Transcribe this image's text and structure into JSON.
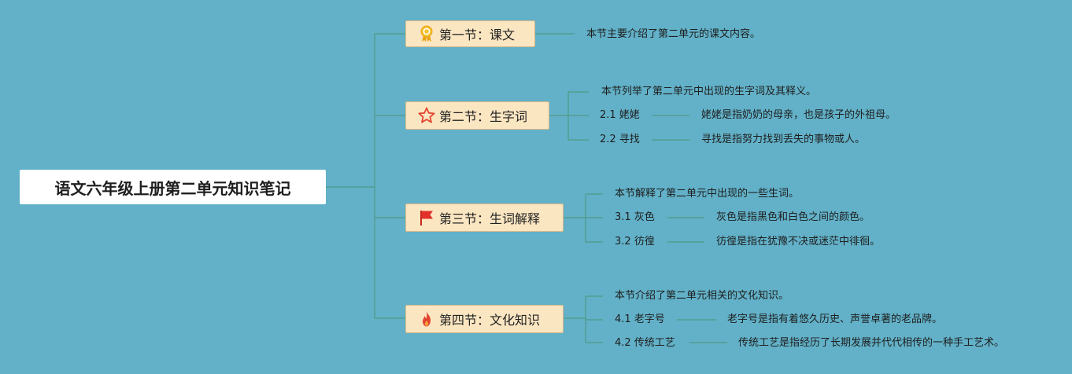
{
  "root": {
    "title": "语文六年级上册第二单元知识笔记"
  },
  "sections": [
    {
      "label": "第一节：课文",
      "icon": "award-ribbon-icon",
      "summary": "本节主要介绍了第二单元的课文内容。",
      "items": []
    },
    {
      "label": "第二节：生字词",
      "icon": "star-outline-icon",
      "summary": "本节列举了第二单元中出现的生字词及其释义。",
      "items": [
        {
          "term": "2.1 姥姥",
          "definition": "姥姥是指奶奶的母亲，也是孩子的外祖母。"
        },
        {
          "term": "2.2 寻找",
          "definition": "寻找是指努力找到丢失的事物或人。"
        }
      ]
    },
    {
      "label": "第三节：生词解释",
      "icon": "red-flag-icon",
      "summary": "本节解释了第二单元中出现的一些生词。",
      "items": [
        {
          "term": "3.1 灰色",
          "definition": "灰色是指黑色和白色之间的颜色。"
        },
        {
          "term": "3.2 彷徨",
          "definition": "彷徨是指在犹豫不决或迷茫中徘徊。"
        }
      ]
    },
    {
      "label": "第四节：文化知识",
      "icon": "fire-icon",
      "summary": "本节介绍了第二单元相关的文化知识。",
      "items": [
        {
          "term": "4.1 老字号",
          "definition": "老字号是指有着悠久历史、声誉卓著的老品牌。"
        },
        {
          "term": "4.2 传统工艺",
          "definition": "传统工艺是指经历了长期发展并代代相传的一种手工艺术。"
        }
      ]
    }
  ],
  "colors": {
    "background": "#62b1c8",
    "connector": "#4f9a84",
    "section_fill": "#fbe6c2",
    "section_border": "#d8b98a"
  }
}
